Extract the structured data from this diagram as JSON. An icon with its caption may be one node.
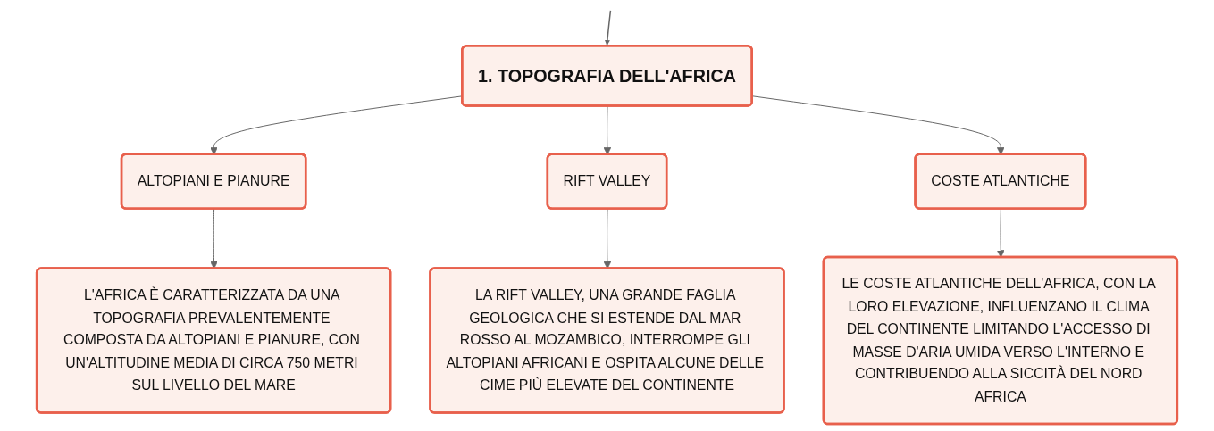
{
  "diagram": {
    "nodes": [
      {
        "text": [
          "1. TOPOGRAFIA DELL'AFRICA"
        ]
      },
      {
        "text": [
          "ALTOPIANI E PIANURE"
        ]
      },
      {
        "text": [
          "RIFT VALLEY"
        ]
      },
      {
        "text": [
          "COSTE ATLANTICHE"
        ]
      },
      {
        "text": [
          "L'AFRICA È CARATTERIZZATA DA UNA TOPOGRAFIA PREVALENTEMENTE COMPOSTA DA ALTOPIANI E PIANURE, CON UN'ALTITUDINE MEDIA DI CIRCA 750 METRI SUL LIVELLO DEL MARE"
        ]
      },
      {
        "text": [
          "LA RIFT VALLEY, UNA GRANDE FAGLIA GEOLOGICA CHE SI ESTENDE DAL MAR ROSSO AL MOZAMBICO, INTERROMPE GLI ALTOPIANI AFRICANI E OSPITA ALCUNE DELLE CIME PIÙ ELEVATE DEL CONTINENTE"
        ]
      },
      {
        "text": [
          "LE COSTE ATLANTICHE DELL'AFRICA, CON LA LORO ELEVAZIONE, INFLUENZANO IL CLIMA DEL CONTINENTE LIMITANDO L'ACCESSO DI MASSE D'ARIA UMIDA VERSO L'INTERNO E CONTRIBUENDO ALLA SICCITÀ DEL NORD AFRICA"
        ]
      }
    ],
    "edges": [
      {
        "from": null,
        "to": 0,
        "arrow": "to"
      },
      {
        "from": 0,
        "to": 1,
        "arrow": "to"
      },
      {
        "from": 0,
        "to": 2,
        "arrow": "to"
      },
      {
        "from": 0,
        "to": 3,
        "arrow": "to"
      },
      {
        "from": 1,
        "to": 4,
        "arrow": "to"
      },
      {
        "from": 2,
        "to": 5,
        "arrow": "to"
      },
      {
        "from": 3,
        "to": 6,
        "arrow": "to"
      }
    ]
  }
}
